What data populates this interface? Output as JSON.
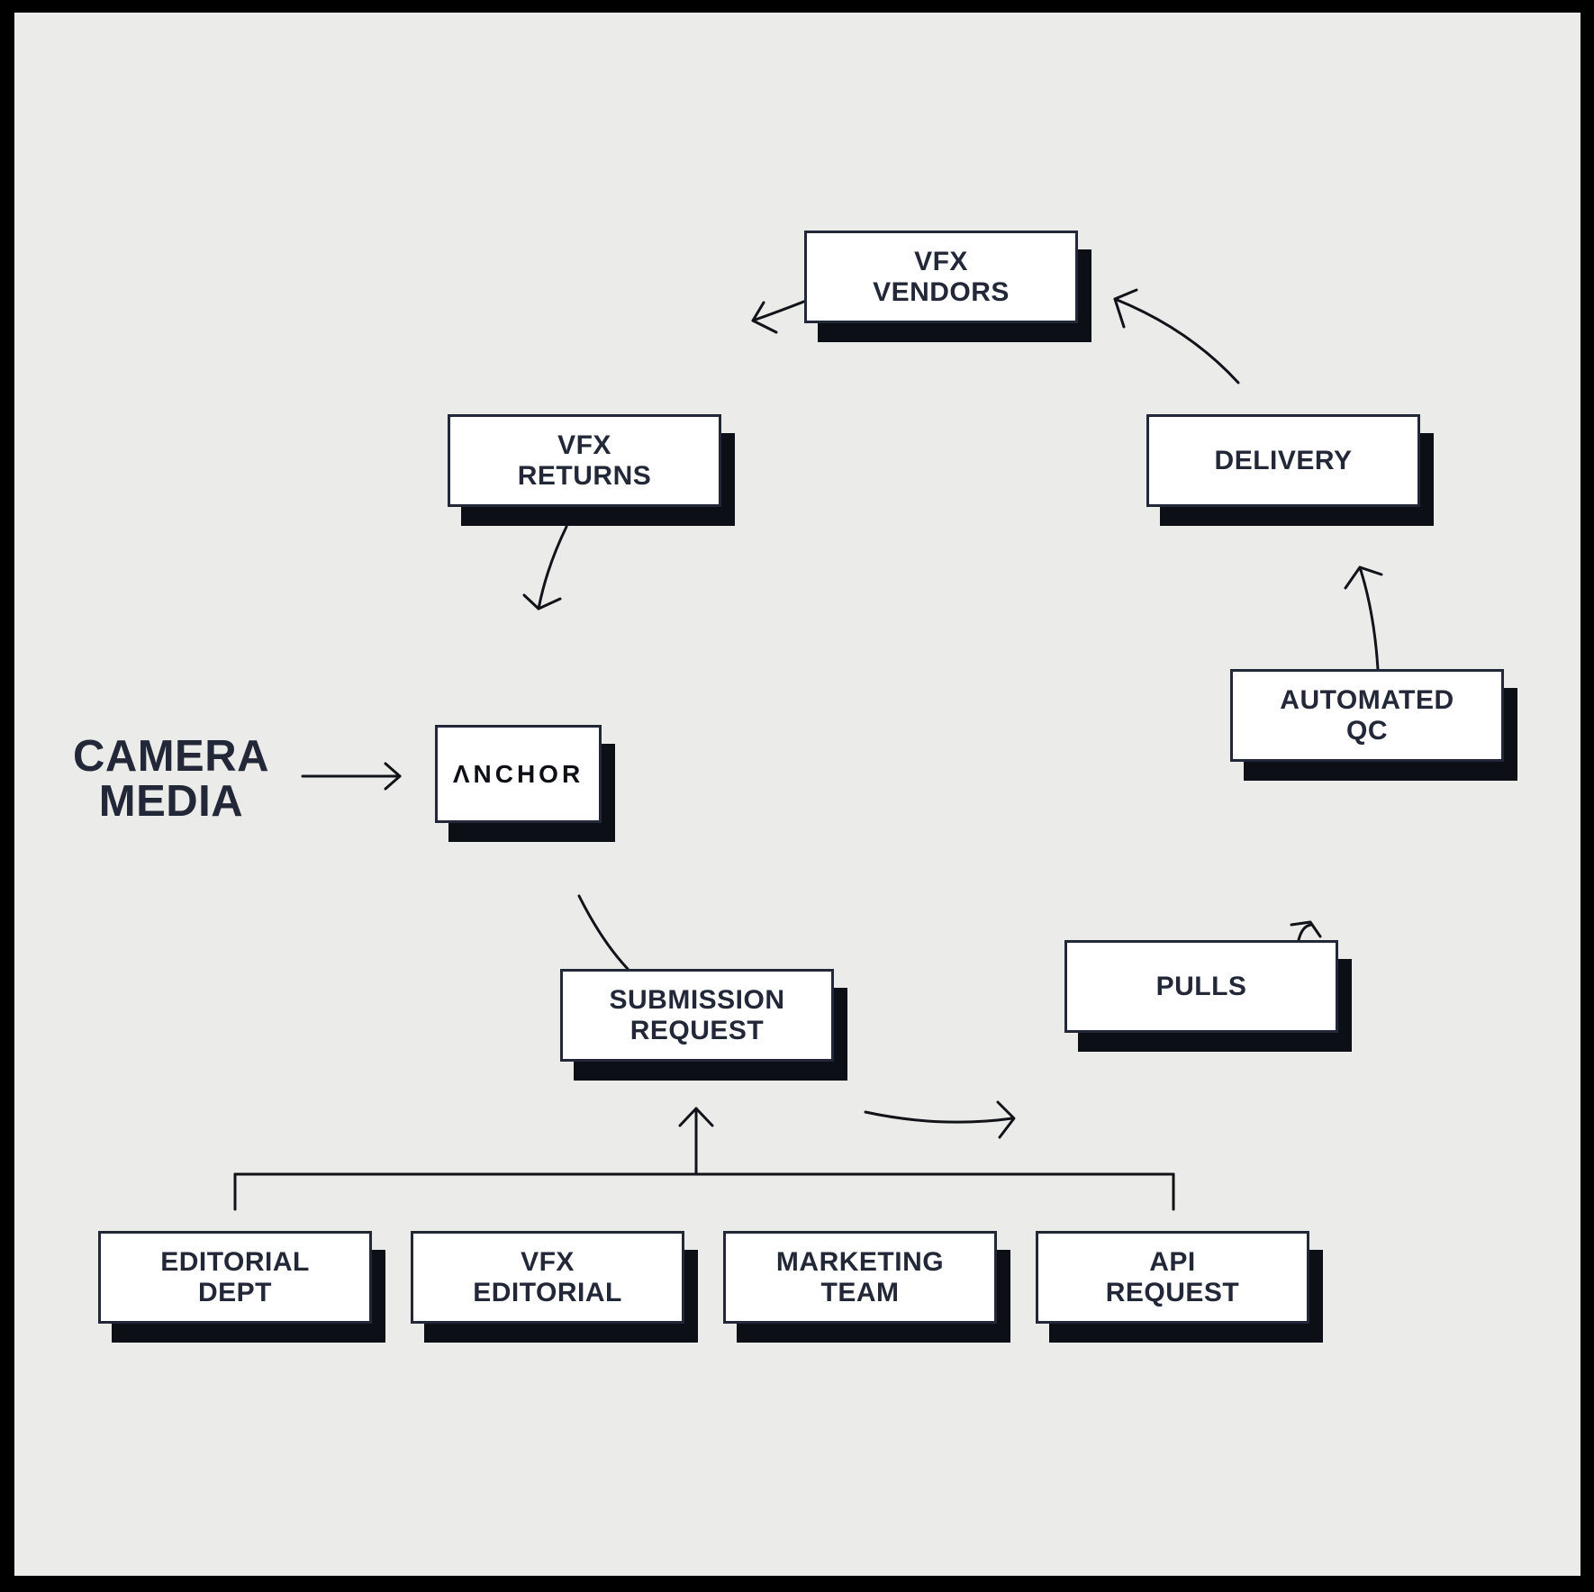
{
  "source_label": {
    "lines": [
      "CAMERA",
      "MEDIA"
    ]
  },
  "nodes": {
    "anchor": {
      "label": "ΛNCHOR"
    },
    "vfx_returns": {
      "lines": [
        "VFX",
        "RETURNS"
      ]
    },
    "vfx_vendors": {
      "lines": [
        "VFX",
        "VENDORS"
      ]
    },
    "delivery": {
      "lines": [
        "DELIVERY"
      ]
    },
    "automated_qc": {
      "lines": [
        "AUTOMATED",
        "QC"
      ]
    },
    "pulls": {
      "lines": [
        "PULLS"
      ]
    },
    "submission_request": {
      "lines": [
        "SUBMISSION",
        "REQUEST"
      ]
    },
    "editorial_dept": {
      "lines": [
        "EDITORIAL",
        "DEPT"
      ]
    },
    "vfx_editorial": {
      "lines": [
        "VFX",
        "EDITORIAL"
      ]
    },
    "marketing_team": {
      "lines": [
        "MARKETING",
        "TEAM"
      ]
    },
    "api_request": {
      "lines": [
        "API",
        "REQUEST"
      ]
    }
  },
  "edges": [
    {
      "from": "camera_media",
      "to": "anchor"
    },
    {
      "from": "anchor",
      "to": "submission_request"
    },
    {
      "from": "submission_request",
      "to": "pulls"
    },
    {
      "from": "pulls",
      "to": "automated_qc"
    },
    {
      "from": "automated_qc",
      "to": "delivery"
    },
    {
      "from": "delivery",
      "to": "vfx_vendors"
    },
    {
      "from": "vfx_vendors",
      "to": "vfx_returns"
    },
    {
      "from": "vfx_returns",
      "to": "anchor"
    },
    {
      "from": "editorial_dept",
      "to": "submission_request"
    },
    {
      "from": "vfx_editorial",
      "to": "submission_request"
    },
    {
      "from": "marketing_team",
      "to": "submission_request"
    },
    {
      "from": "api_request",
      "to": "submission_request"
    }
  ],
  "colors": {
    "background": "#ebebea",
    "frame": "#000000",
    "box_fill": "#ffffff",
    "box_border": "#232838",
    "box_shadow": "#0d0f16",
    "text": "#232838",
    "arrow": "#111318"
  }
}
